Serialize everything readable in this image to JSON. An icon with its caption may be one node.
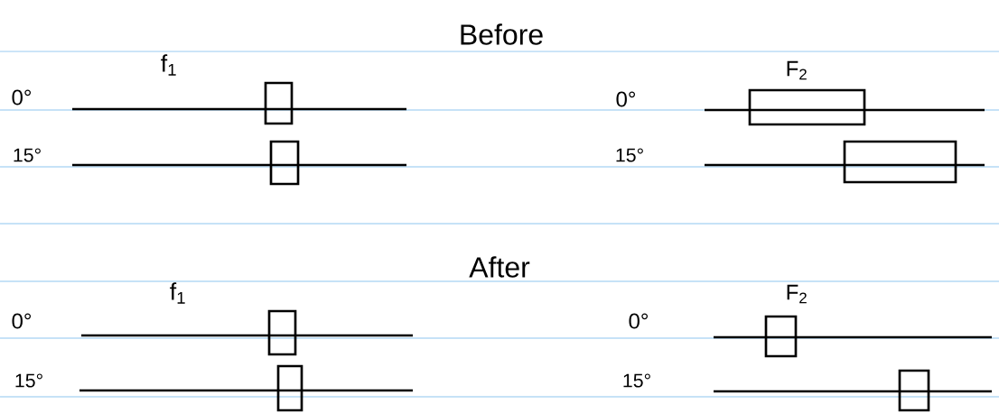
{
  "diagram": {
    "labels": [
      "Before",
      "f$_{1}$",
      "F$_{2}$",
      "0°",
      "0°",
      "15°",
      "15°",
      "After",
      "f$_{1}$",
      "F$_{2}$",
      "0°",
      "0°",
      "15°",
      "15°"
    ]
  }
}
